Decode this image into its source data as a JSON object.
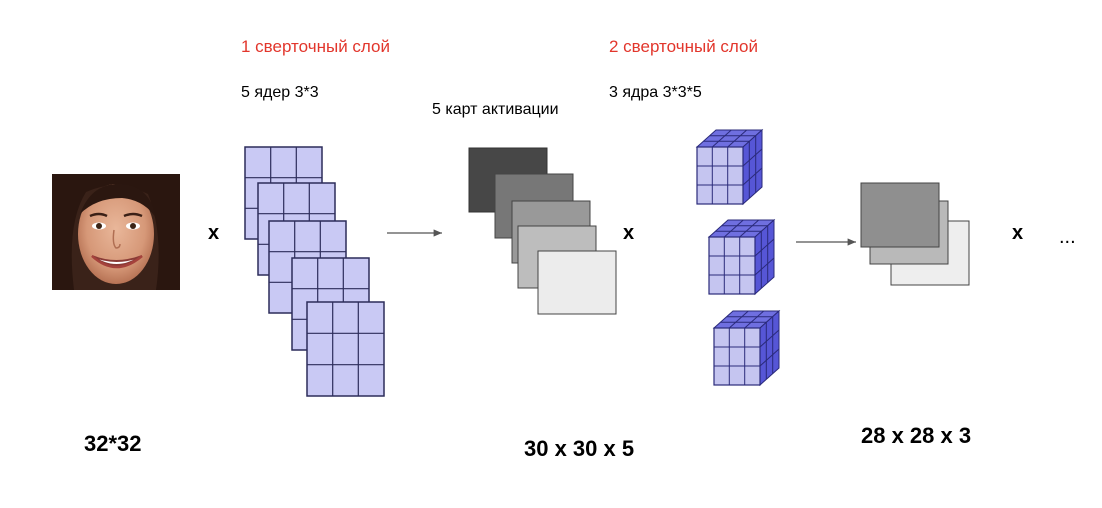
{
  "labels": {
    "layer1_title": "1 сверточный слой",
    "layer1_kernels": "5 ядер 3*3",
    "activation_maps": "5 карт активации",
    "layer2_title": "2 сверточный слой",
    "layer2_kernels": "3 ядра 3*3*5",
    "input_size": "32*32",
    "size1": "30 x 30 x 5",
    "size2": "28 x 28 x 3"
  },
  "operators": {
    "x1": "x",
    "x2": "x",
    "x3": "x",
    "ellipsis": "..."
  },
  "colors": {
    "title_red": "#e2362c",
    "kernel_fill": "#c9c9f4",
    "cube_front": "#c5c5f0",
    "cube_top": "#6f6fe0",
    "cube_side": "#5656d6",
    "arrow": "#555555"
  },
  "icons": {
    "input_image": "face-photo",
    "kernel": "grid-3x3",
    "kernel3d": "cube-3x3x3"
  }
}
